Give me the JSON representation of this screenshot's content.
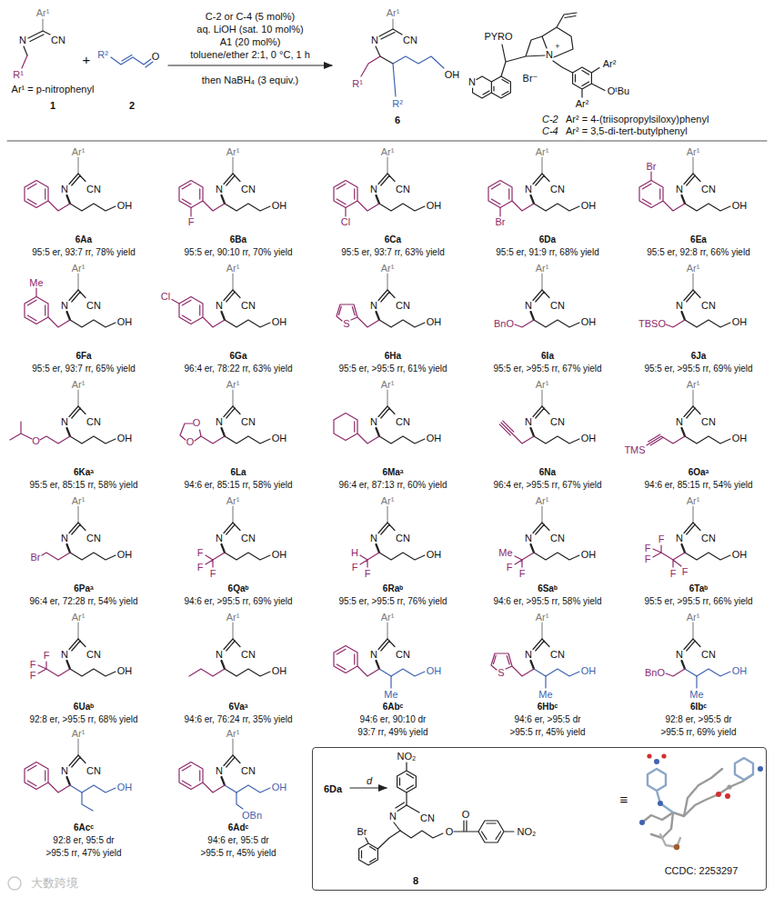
{
  "diagram": {
    "nodes": [
      {
        "text": [
          "6Da",
          "d",
          "8",
          "CCDC: 2253297"
        ]
      }
    ],
    "labels": [
      "Ar¹",
      "N",
      "CN",
      "R¹",
      "Ar¹ = p-nitrophenyl",
      "1",
      "+",
      "R²",
      "O",
      "2",
      "C-2 or C-4 (5 mol%)",
      "aq. LiOH (sat. 10 mol%)",
      "A1 (20 mol%)",
      "toluene/ether 2:1, 0 °C, 1 h",
      "then NaBH₄ (3 equiv.)",
      "Ar¹",
      "N",
      "CN",
      "R¹",
      "R²",
      "OH",
      "6",
      "PYRO",
      "N",
      "N",
      "+",
      "Br⁻",
      "Ar²",
      "OᵗBu",
      "Ar²",
      "C-2",
      "Ar² = 4-(triisopropylsiloxy)phenyl",
      "C-4",
      "Ar² = 3,5-di-tert-butylphenyl",
      "Ar¹",
      "N",
      "CN",
      "OH",
      "6Aa",
      "95:5 er, 93:7 rr, 78% yield",
      "Ar¹",
      "N",
      "CN",
      "OH",
      "F",
      "6Ba",
      "95:5 er, 90:10 rr, 70% yield",
      "Ar¹",
      "N",
      "CN",
      "OH",
      "Cl",
      "6Ca",
      "95:5 er, 93:7 rr, 63% yield",
      "Ar¹",
      "N",
      "CN",
      "OH",
      "Br",
      "6Da",
      "95:5 er, 91:9 rr, 68% yield",
      "Ar¹",
      "N",
      "CN",
      "OH",
      "Br",
      "6Ea",
      "95:5 er, 92:8 rr, 66% yield",
      "Ar¹",
      "N",
      "CN",
      "OH",
      "Me",
      "6Fa",
      "95:5 er, 93:7 rr, 65% yield",
      "Ar¹",
      "N",
      "CN",
      "OH",
      "Cl",
      "6Ga",
      "96:4 er, 78:22 rr, 63% yield",
      "Ar¹",
      "N",
      "CN",
      "OH",
      "S",
      "6Ha",
      "95:5 er, >95:5 rr, 61% yield",
      "Ar¹",
      "N",
      "CN",
      "OH",
      "BnO",
      "6Ia",
      "95:5 er, >95:5 rr, 67% yield",
      "Ar¹",
      "N",
      "CN",
      "OH",
      "TBSO",
      "6Ja",
      "95:5 er, >95:5 rr, 69% yield",
      "Ar¹",
      "N",
      "CN",
      "OH",
      "O",
      "6Kaᵃ",
      "95:5 er, 85:15 rr, 58% yield",
      "Ar¹",
      "N",
      "CN",
      "OH",
      "O",
      "O",
      "6La",
      "94:6 er, 85:15 rr, 58% yield",
      "Ar¹",
      "N",
      "CN",
      "OH",
      "6Maᵃ",
      "96:4 er, 87:13 rr, 60% yield",
      "Ar¹",
      "N",
      "CN",
      "OH",
      "6Na",
      "96:4 er, >95:5 rr, 67% yield",
      "Ar¹",
      "N",
      "CN",
      "OH",
      "TMS",
      "6Oaᵃ",
      "94:6 er, 85:15 rr, 54% yield",
      "Ar¹",
      "N",
      "CN",
      "OH",
      "Br",
      "6Paᵃ",
      "96:4 er, 72:28 rr, 54% yield",
      "Ar¹",
      "N",
      "CN",
      "OH",
      "F",
      "F",
      "F",
      "6Qaᵇ",
      "94:6 er, >95:5 rr, 69% yield",
      "Ar¹",
      "N",
      "CN",
      "OH",
      "H",
      "F",
      "F",
      "6Raᵇ",
      "95:5 er, >95:5 rr, 76% yield",
      "Ar¹",
      "N",
      "CN",
      "OH",
      "Me",
      "F",
      "F",
      "6Saᵇ",
      "94:6 er, >95:5 rr, 58% yield",
      "Ar¹",
      "N",
      "CN",
      "OH",
      "F",
      "F",
      "F",
      "F",
      "F",
      "6Taᵇ",
      "95:5 er, >95:5 rr, 66% yield",
      "Ar¹",
      "N",
      "CN",
      "OH",
      "F",
      "F",
      "F",
      "6Uaᵇ",
      "92:8 er, >95:5 rr, 68% yield",
      "Ar¹",
      "N",
      "CN",
      "OH",
      "6Vaᵃ",
      "94:6 er, 76:24 rr, 35% yield",
      "Ar¹",
      "N",
      "CN",
      "OH",
      "Me",
      "6Abᶜ",
      "94:6 er, 90:10 dr",
      "93:7 rr, 49% yield",
      "Ar¹",
      "N",
      "CN",
      "OH",
      "S",
      "Me",
      "6Hbᶜ",
      "94:6 er, >95:5 dr",
      ">95:5 rr, 45% yield",
      "Ar¹",
      "N",
      "CN",
      "OH",
      "BnO",
      "Me",
      "6Ibᶜ",
      "92:8 er, >95:5 dr",
      ">95:5 rr, 69% yield",
      "Ar¹",
      "N",
      "CN",
      "OH",
      "6Acᶜ",
      "92:8 er, 95:5 dr",
      ">95:5 rr, 47% yield",
      "Ar¹",
      "N",
      "CN",
      "OH",
      "OBn",
      "6Adᶜ",
      "94:6 er, 95:5 dr",
      ">95:5 rr, 45% yield",
      "NO₂",
      "N",
      "CN",
      "Br",
      "O",
      "O",
      "NO₂",
      "≡",
      "大数跨境"
    ]
  }
}
